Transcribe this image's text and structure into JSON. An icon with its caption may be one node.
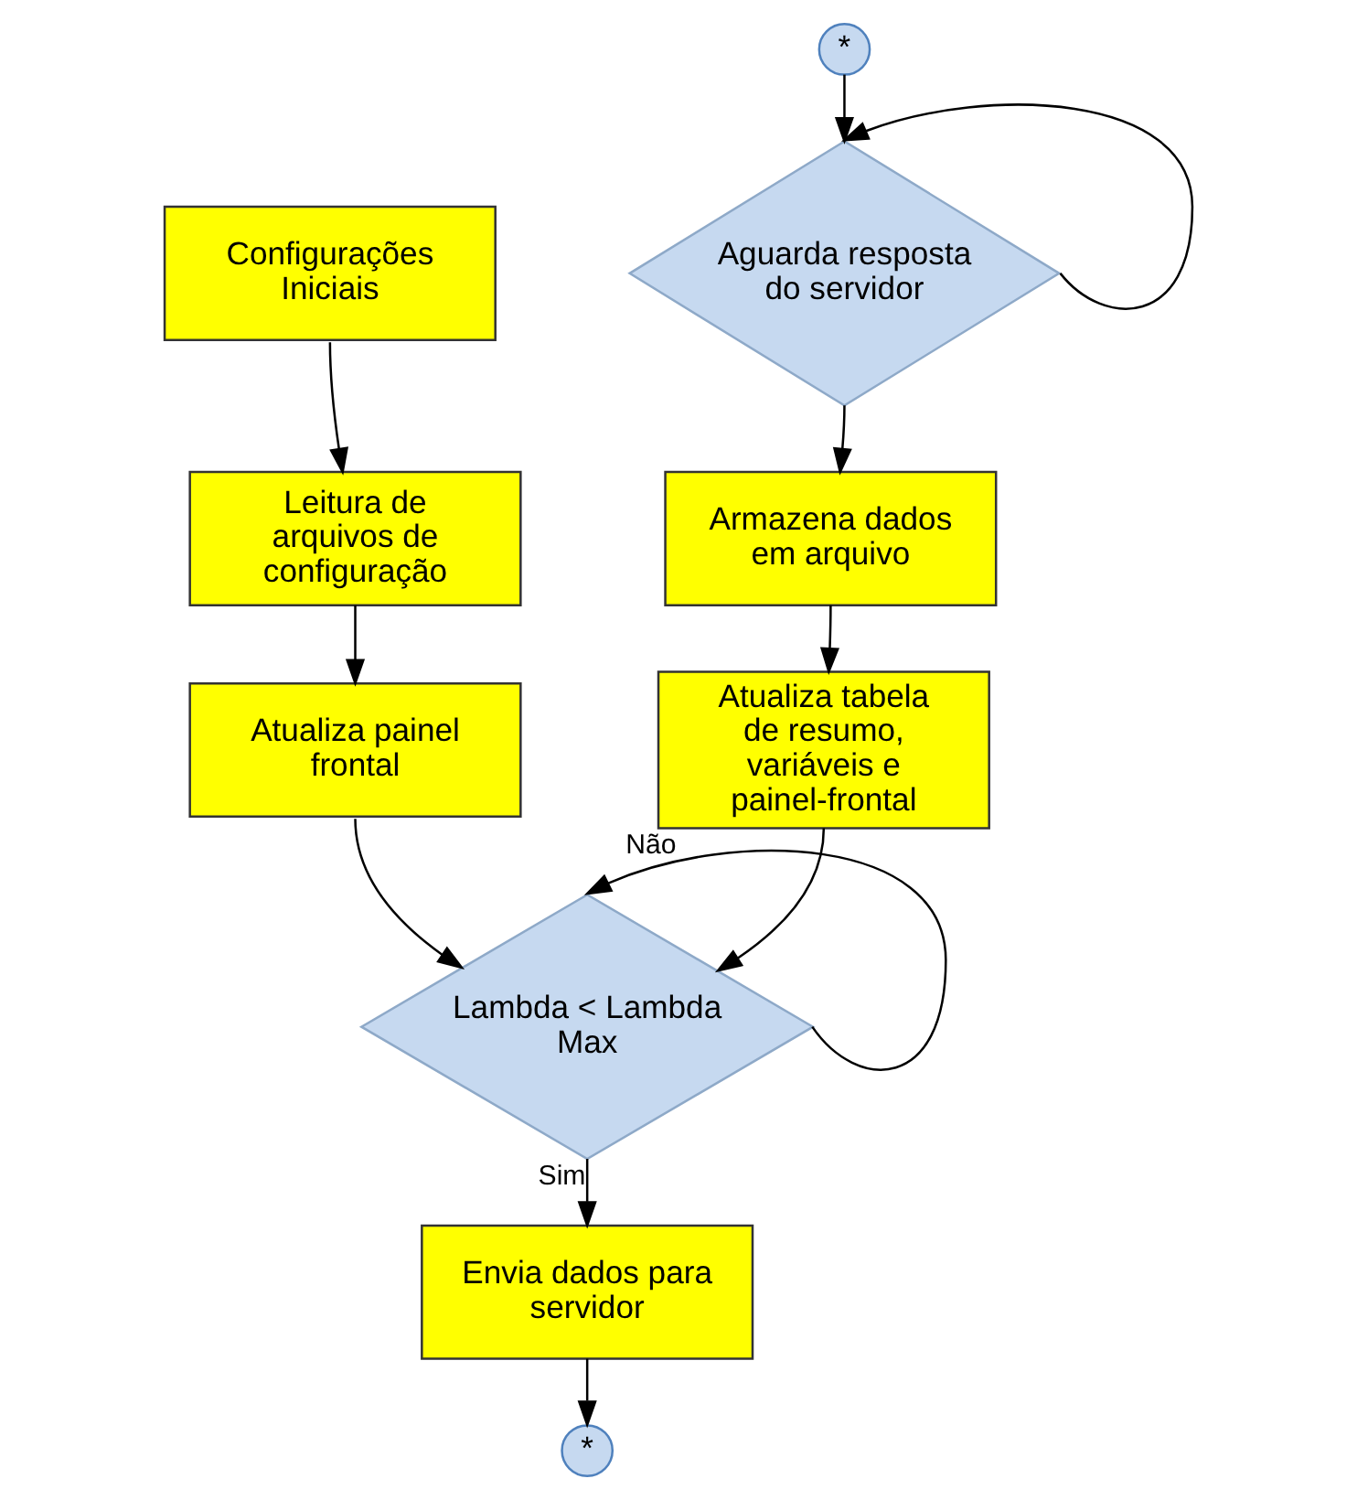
{
  "diagram": {
    "nodes": [
      {
        "text": [
          "Configurações Iniciais"
        ]
      },
      {
        "text": [
          "Leitura de arquivos de configuração"
        ]
      },
      {
        "text": [
          "Atualiza painel frontal"
        ]
      },
      {
        "text": [
          "Lambda < Lambda Max"
        ]
      },
      {
        "text": [
          "Envia dados para servidor"
        ]
      },
      {
        "text": [
          "*"
        ]
      },
      {
        "text": [
          "*"
        ]
      },
      {
        "text": [
          "Aguarda resposta do servidor"
        ]
      },
      {
        "text": [
          "Armazena dados em arquivo"
        ]
      },
      {
        "text": [
          "Atualiza tabela de resumo, variáveis e painel-frontal"
        ]
      }
    ],
    "edges": [
      {
        "from": 0,
        "to": 1,
        "arrow": "to"
      },
      {
        "from": 1,
        "to": 2,
        "arrow": "to"
      },
      {
        "from": 2,
        "to": 3,
        "arrow": "to"
      },
      {
        "from": 3,
        "to": 4,
        "arrow": "to",
        "label": "Sim"
      },
      {
        "from": 4,
        "to": 5,
        "arrow": "to"
      },
      {
        "from": 6,
        "to": 7,
        "arrow": "to"
      },
      {
        "from": 7,
        "to": 7,
        "arrow": "to"
      },
      {
        "from": 7,
        "to": 8,
        "arrow": "to"
      },
      {
        "from": 8,
        "to": 9,
        "arrow": "to"
      },
      {
        "from": 9,
        "to": 3,
        "arrow": "to"
      },
      {
        "from": 3,
        "to": 3,
        "arrow": "to",
        "label": "Não"
      }
    ]
  }
}
